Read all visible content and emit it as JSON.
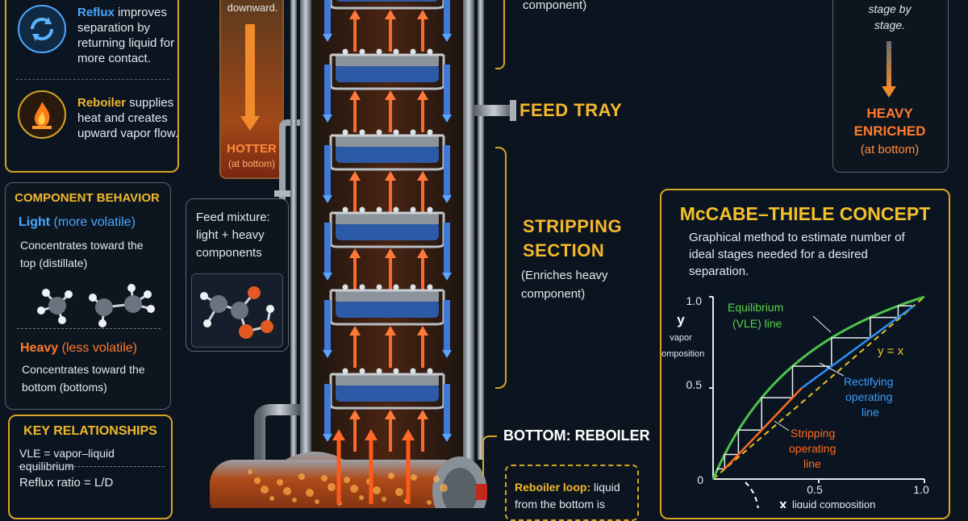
{
  "left_panels": {
    "reflux": {
      "title": "Reflux",
      "text": "improves separation by returning liquid for more contact.",
      "icon": "recycle-icon"
    },
    "reboiler": {
      "title": "Reboiler",
      "text": "supplies heat and creates upward vapor flow.",
      "icon": "flame-icon"
    }
  },
  "component_behavior": {
    "title": "COMPONENT BEHAVIOR",
    "light_title": "Light",
    "light_paren": "(more volatile)",
    "light_text": "Concentrates toward the top (distillate)",
    "heavy_title": "Heavy",
    "heavy_paren": "(less volatile)",
    "heavy_text": "Concentrates toward the bottom (bottoms)"
  },
  "key_relationships": {
    "title": "KEY RELATIONSHIPS",
    "items": [
      "VLE = vapor–liquid equilibrium",
      "Reflux ratio = L/D"
    ]
  },
  "temperature_bar": {
    "top_text": "downward.",
    "bottom_title": "HOTTER",
    "bottom_sub": "(at bottom)"
  },
  "feed_mixture": {
    "text": "Feed mixture: light + heavy components"
  },
  "column_labels": {
    "top_component": "component)",
    "feed_tray": "FEED TRAY",
    "stripping_title_1": "STRIPPING",
    "stripping_title_2": "SECTION",
    "stripping_desc": "(Enriches heavy component)",
    "bottom_reboiler": "BOTTOM: REBOILER",
    "reboiler_loop_title": "Reboiler loop:",
    "reboiler_loop_text": "liquid from the bottom is"
  },
  "right_top_panel": {
    "top_text_1": "stage by",
    "top_text_2": "stage.",
    "heavy_title_1": "HEAVY",
    "heavy_title_2": "ENRICHED",
    "heavy_sub": "(at bottom)"
  },
  "mccabe": {
    "title": "McCABE–THIELE CONCEPT",
    "desc": "Graphical method to estimate number of ideal stages needed for a desired separation.",
    "y_label": "y",
    "y_sub_1": "vapor",
    "y_sub_2": "composition",
    "x_label": "x",
    "x_sub": "liquid composition",
    "tick_y": [
      "1.0",
      "0.5",
      "0"
    ],
    "tick_x": [
      "0.5",
      "1.0"
    ],
    "eq_line_1": "Equilibrium",
    "eq_line_2": "(VLE) line",
    "diag_label": "y = x",
    "rect_1": "Rectifying",
    "rect_2": "operating",
    "rect_3": "line",
    "strip_1": "Stripping",
    "strip_2": "operating",
    "strip_3": "line",
    "colors": {
      "equilibrium": "#4cc24a",
      "diagonal": "#e8c020",
      "rectifying": "#2f8ff0",
      "stripping": "#ff6a20"
    }
  }
}
